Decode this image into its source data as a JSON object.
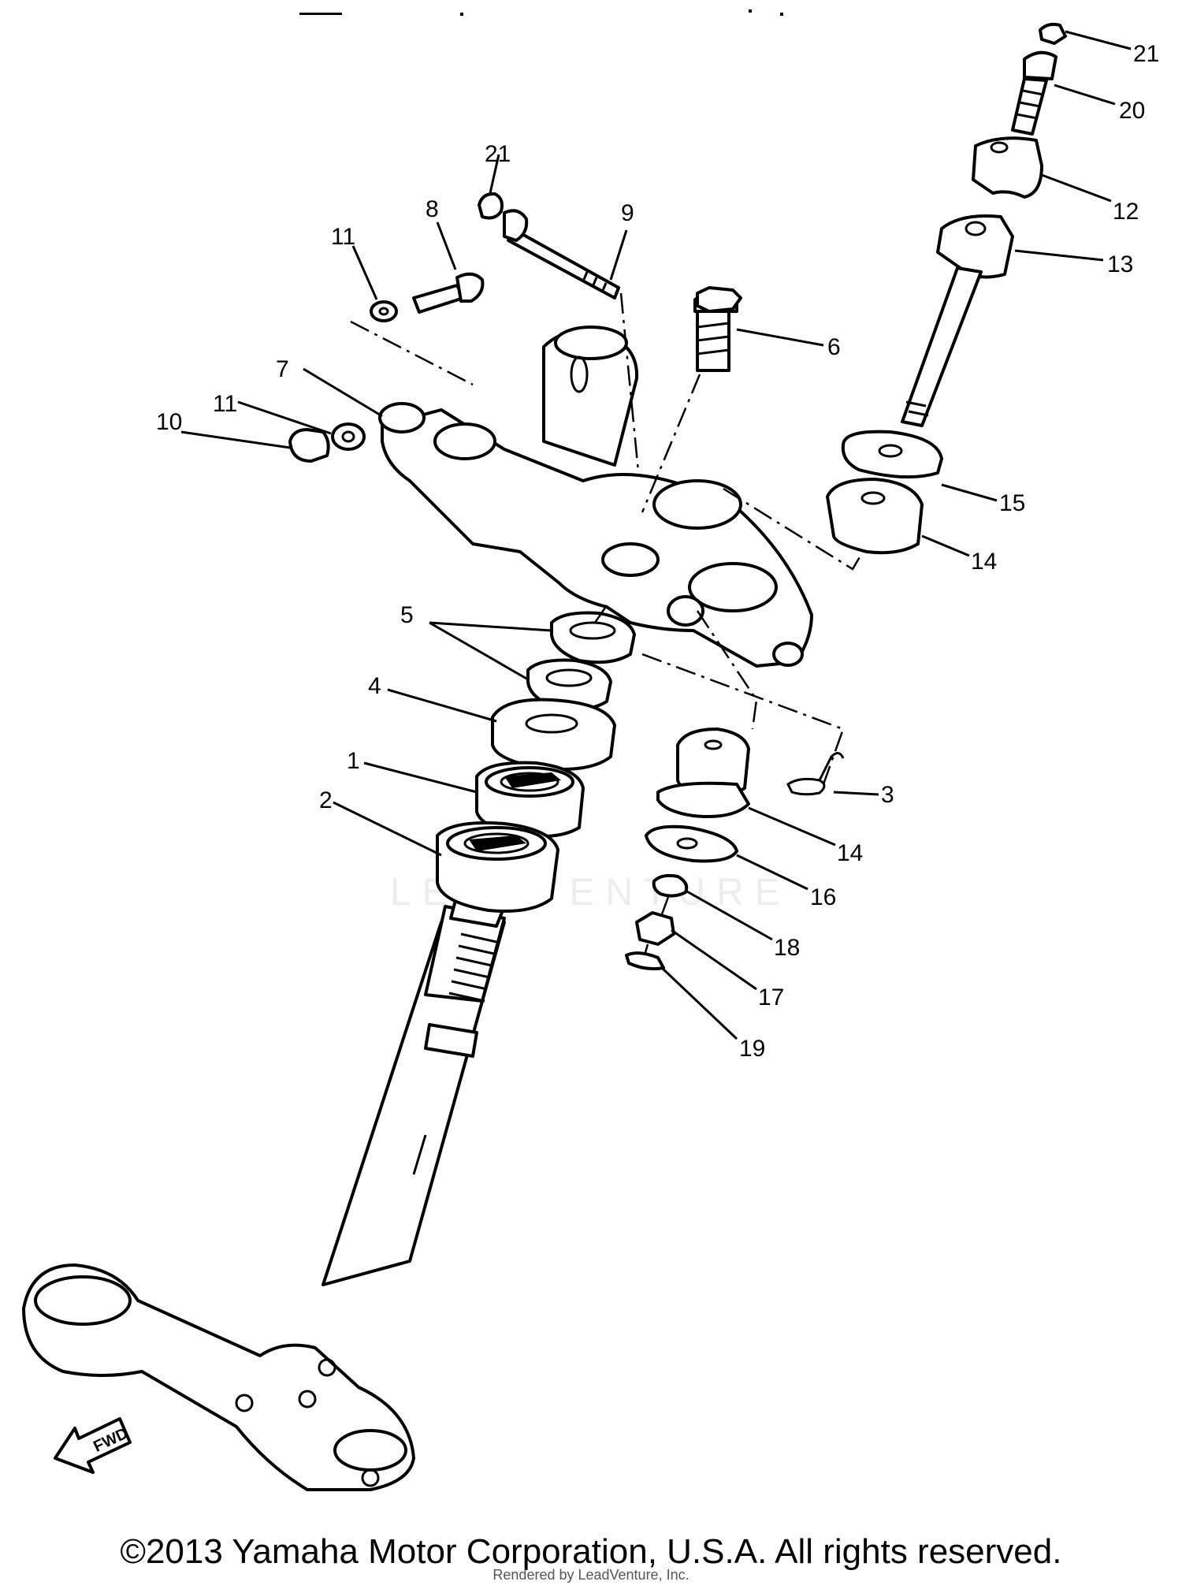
{
  "diagram": {
    "callouts": [
      {
        "id": "c1",
        "label": "1"
      },
      {
        "id": "c2",
        "label": "2"
      },
      {
        "id": "c3",
        "label": "3"
      },
      {
        "id": "c4",
        "label": "4"
      },
      {
        "id": "c5",
        "label": "5"
      },
      {
        "id": "c6",
        "label": "6"
      },
      {
        "id": "c7",
        "label": "7"
      },
      {
        "id": "c8",
        "label": "8"
      },
      {
        "id": "c9",
        "label": "9"
      },
      {
        "id": "c10",
        "label": "10"
      },
      {
        "id": "c11a",
        "label": "11"
      },
      {
        "id": "c11b",
        "label": "11"
      },
      {
        "id": "c12",
        "label": "12"
      },
      {
        "id": "c13",
        "label": "13"
      },
      {
        "id": "c14a",
        "label": "14"
      },
      {
        "id": "c14b",
        "label": "14"
      },
      {
        "id": "c15",
        "label": "15"
      },
      {
        "id": "c16",
        "label": "16"
      },
      {
        "id": "c17",
        "label": "17"
      },
      {
        "id": "c18",
        "label": "18"
      },
      {
        "id": "c19",
        "label": "19"
      },
      {
        "id": "c20",
        "label": "20"
      },
      {
        "id": "c21a",
        "label": "21"
      },
      {
        "id": "c21b",
        "label": "21"
      }
    ],
    "fwd_label": "FWD",
    "watermark": "LEADVENTURE"
  },
  "footer": {
    "copyright": "©2013 Yamaha Motor Corporation, U.S.A. All rights reserved.",
    "rendered_by": "Rendered by LeadVenture, Inc."
  }
}
